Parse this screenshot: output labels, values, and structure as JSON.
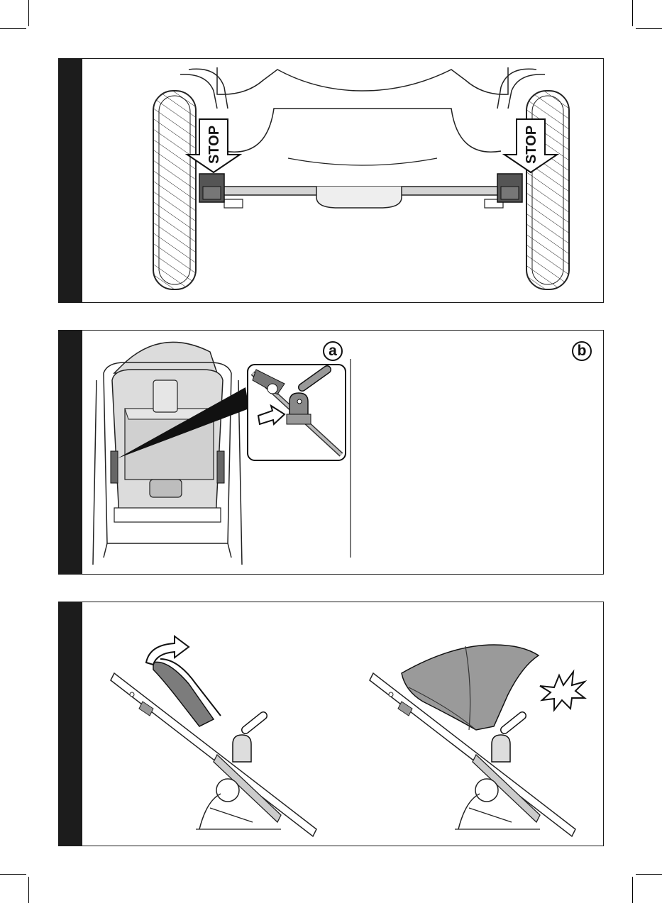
{
  "panels": [
    {
      "stop_labels": [
        "STOP",
        "STOP"
      ]
    },
    {
      "sub_labels": {
        "left": "a",
        "right": "b"
      }
    },
    {}
  ],
  "colors": {
    "frame": "#1a1a1a",
    "tab": "#1c1c1c",
    "fabric_gray": "#9a9a9a",
    "light_gray": "#dcdcdc",
    "mid_gray": "#7c7c7c",
    "dark_gray": "#555555"
  },
  "icons": [
    "stop-arrow-icon",
    "push-arrow-icon",
    "up-arrow-icon",
    "curved-arrow-icon",
    "click-burst-icon"
  ]
}
